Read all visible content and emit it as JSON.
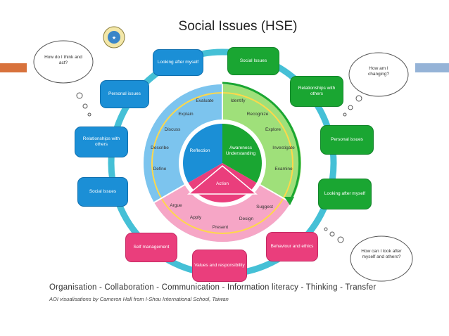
{
  "title": "Social Issues (HSE)",
  "outer_boxes": {
    "looking_after_top": "Looking after myself",
    "social_issues_top": "Social Issues",
    "relationships_right": "Relationships with others",
    "personal_right": "Personal issues",
    "looking_after_right": "Looking after myself",
    "behaviour": "Behaviour and ethics",
    "values": "Values and responsibility",
    "self_management": "Self management",
    "social_issues_left": "Social Issues",
    "relationships_left": "Relationships with others",
    "personal_left": "Personal issues"
  },
  "clouds": {
    "top_left": "How do I think and act?",
    "top_right": "How am I changing?",
    "bottom_right": "How can I look after myself and others?"
  },
  "ring_words": {
    "blue": [
      "Evaluate",
      "Explain",
      "Discuss",
      "Describe",
      "Define"
    ],
    "green": [
      "Identify",
      "Recognize",
      "Explore",
      "Investigate",
      "Examine"
    ],
    "pink": [
      "Argue",
      "Apply",
      "Present",
      "Design",
      "Suggest"
    ]
  },
  "center": {
    "reflection": "Reflection",
    "awareness": "Awareness Understanding",
    "action": "Action"
  },
  "footer": "Organisation - Collaboration - Communication - Information literacy - Thinking - Transfer",
  "credit": "AOI visualisations by Cameron Hall from I-Shou International School, Taiwan",
  "colors": {
    "blue": "#1b8fd6",
    "green": "#1aa632",
    "pink": "#ea3e7c",
    "ring": "#45c0d6"
  }
}
